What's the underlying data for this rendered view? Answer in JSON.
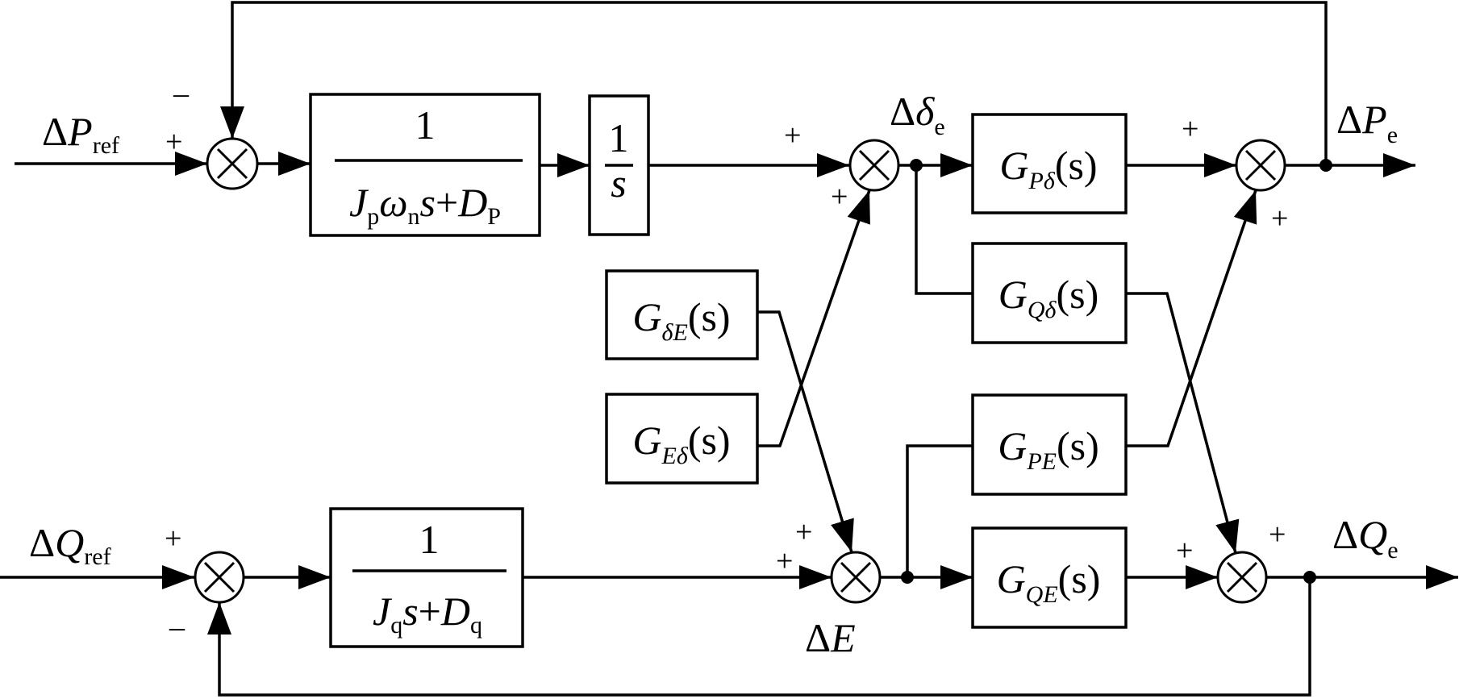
{
  "title": "Small-signal coupled P/Q control block diagram",
  "inputs": {
    "p_ref": {
      "delta": "Δ",
      "sym": "P",
      "sub": "ref"
    },
    "q_ref": {
      "delta": "Δ",
      "sym": "Q",
      "sub": "ref"
    }
  },
  "outputs": {
    "p_e": {
      "delta": "Δ",
      "sym": "P",
      "sub": "e"
    },
    "q_e": {
      "delta": "Δ",
      "sym": "Q",
      "sub": "e"
    }
  },
  "signals": {
    "delta_e": {
      "delta": "Δ",
      "sym": "δ",
      "sub": "e"
    },
    "delta_E": {
      "delta": "Δ",
      "sym": "E"
    }
  },
  "blocks": {
    "p_loop": {
      "num": "1",
      "den": {
        "J": "J",
        "Jsub": "p",
        "w": "ω",
        "wsub": "n",
        "s": "s",
        "plus": "+",
        "D": "D",
        "Dsub": "P"
      }
    },
    "integrator": {
      "num": "1",
      "den": "s"
    },
    "q_loop": {
      "num": "1",
      "den": {
        "J": "J",
        "Jsub": "q",
        "s": "s",
        "plus": "+",
        "D": "D",
        "Dsub": "q"
      }
    },
    "G_P_delta": {
      "G": "G",
      "sub": "Pδ",
      "arg": "(s)"
    },
    "G_Q_delta": {
      "G": "G",
      "sub": "Qδ",
      "arg": "(s)"
    },
    "G_delta_E": {
      "G": "G",
      "sub": "δE",
      "arg": "(s)"
    },
    "G_E_delta": {
      "G": "G",
      "sub": "Eδ",
      "arg": "(s)"
    },
    "G_P_E": {
      "G": "G",
      "sub": "PE",
      "arg": "(s)"
    },
    "G_Q_E": {
      "G": "G",
      "sub": "QE",
      "arg": "(s)"
    }
  },
  "signs": {
    "sum_p_ref_in": "+",
    "sum_p_ref_fb": "–",
    "sum_delta_main": "+",
    "sum_delta_cross": "+",
    "sum_pe_main": "+",
    "sum_pe_cross": "+",
    "sum_q_ref_in": "+",
    "sum_q_ref_fb": "–",
    "sum_E_main": "+",
    "sum_E_cross": "+",
    "sum_qe_main": "+",
    "sum_qe_cross": "+"
  },
  "summing_symbol": "×"
}
